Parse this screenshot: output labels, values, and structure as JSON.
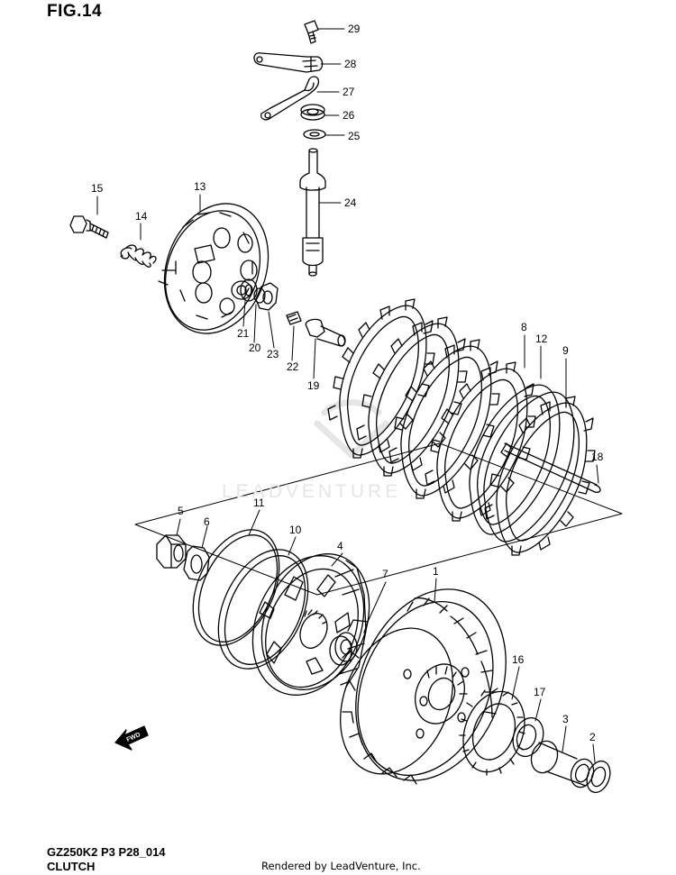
{
  "header": {
    "figure_label": "FIG.14"
  },
  "footer": {
    "model_code": "GZ250K2 P3 P28_014",
    "section_name": "CLUTCH",
    "credit": "Rendered by LeadVenture, Inc."
  },
  "watermark": {
    "text": "LEADVENTURE"
  },
  "direction_arrow": {
    "label": "FWD"
  },
  "callouts": {
    "c1": "1",
    "c2": "2",
    "c3": "3",
    "c4": "4",
    "c5": "5",
    "c6": "6",
    "c7": "7",
    "c8": "8",
    "c9": "9",
    "c10": "10",
    "c11": "11",
    "c12": "12",
    "c13": "13",
    "c14": "14",
    "c15": "15",
    "c16": "16",
    "c17": "17",
    "c18": "18",
    "c19": "19",
    "c20": "20",
    "c21": "21",
    "c22": "22",
    "c23": "23",
    "c24": "24",
    "c25": "25",
    "c26": "26",
    "c27": "27",
    "c28": "28",
    "c29": "29"
  },
  "colors": {
    "line": "#000000",
    "paper": "#ffffff",
    "watermark": "#e6e6e6"
  }
}
